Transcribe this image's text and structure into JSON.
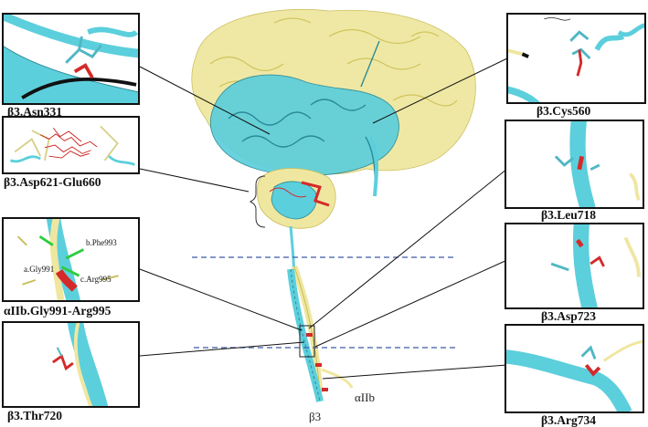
{
  "panels": {
    "asn331": "β3.Asn331",
    "asp621": "β3.Asp621-Glu660",
    "gly991": "αIIb.Gly991-Arg995",
    "thr720": "β3.Thr720",
    "cys560": "β3.Cys560",
    "leu718": "β3.Leu718",
    "asp723": "β3.Asp723",
    "arg734": "β3.Arg734"
  },
  "residue_labels": {
    "phe993": "b.Phe993",
    "gly991": "a.Gly991",
    "arg995": "c.Arg995"
  },
  "chain_labels": {
    "alpha": "αIIb",
    "beta": "β3"
  },
  "colors": {
    "beta3": "#5ccfdc",
    "alphaIIb": "#efe7a0",
    "mutation": "#d42a2a",
    "guide": "#3a5aa8"
  }
}
